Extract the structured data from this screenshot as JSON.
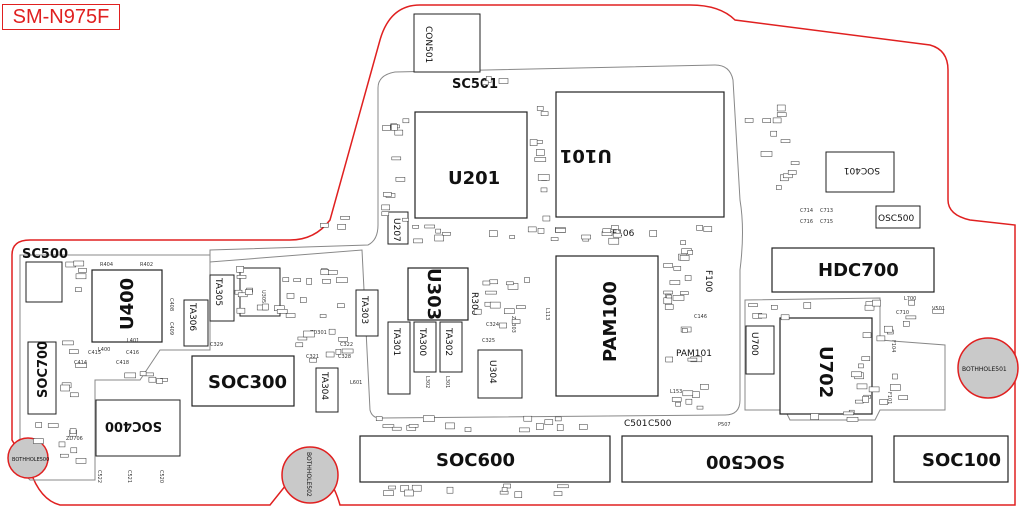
{
  "model": "SM-N975F",
  "colors": {
    "outline": "#e02020",
    "component": "#222222",
    "hole": "#c9c9c9"
  },
  "components": {
    "con501": "CON501",
    "sc501": "SC501",
    "u201": "U201",
    "u101": "U101",
    "sc500": "SC500",
    "u400": "U400",
    "soc700": "SOC700",
    "soc400": "SOC400",
    "soc401": "SOC401",
    "osc500": "OSC500",
    "hdc700": "HDC700",
    "pam100": "PAM100",
    "pam101": "PAM101",
    "u303": "U303",
    "u304": "U304",
    "u305": "U305",
    "soc300": "SOC300",
    "ta305": "TA305",
    "ta306": "TA306",
    "ta303": "TA303",
    "ta304": "TA304",
    "ta301": "TA301",
    "ta300": "TA300",
    "ta302": "TA302",
    "r300": "R300",
    "zd301": "ZD301",
    "zd303": "ZD303",
    "f100": "F100",
    "f106": "F106",
    "l113": "L113",
    "u207": "U207",
    "u700": "U700",
    "u702": "U702",
    "c146": "C146",
    "l153": "L153",
    "soc600": "SOC600",
    "soc500": "SOC500",
    "soc100": "SOC100",
    "c501": "C501",
    "c500": "C500",
    "l302": "L302",
    "l301": "L301",
    "l401": "L401",
    "c324": "C324",
    "c325": "C325",
    "c329": "C329",
    "c321": "C321",
    "c328": "C328",
    "c322": "C322",
    "c713": "C713",
    "c714": "C714",
    "c715": "C715",
    "c716": "C716",
    "c710": "C710",
    "l700": "L700",
    "v501": "V501",
    "f104": "F104",
    "f101": "F101",
    "r402": "R402",
    "r404": "R404",
    "c409": "C409",
    "c408": "C408",
    "c414": "C414",
    "c415": "C415",
    "c416": "C416",
    "c418": "C418",
    "l400": "L400",
    "zd706": "ZD706",
    "c522": "C522",
    "c521": "C521",
    "c520": "C520",
    "l601": "L601",
    "p507": "P507"
  },
  "holes": {
    "left": "BOTHHOLE500",
    "bottom": "BOTHHOLE502",
    "right": "BOTHHOLE501"
  }
}
